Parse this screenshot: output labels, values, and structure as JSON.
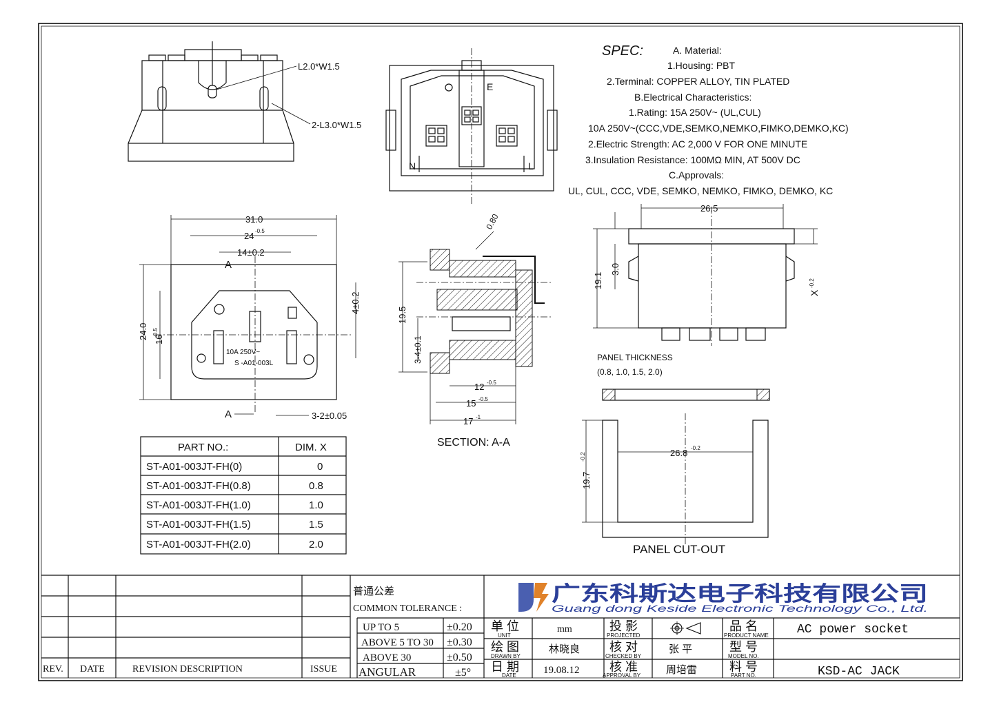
{
  "spec": {
    "title": "SPEC:",
    "lines": [
      "A. Material:",
      "1.Housing: PBT",
      "2.Terminal: COPPER ALLOY, TIN PLATED",
      "B.Electrical Characteristics:",
      "1.Rating:  15A 250V~ (UL,CUL)",
      "10A 250V~(CCC,VDE,SEMKO,NEMKO,FIMKO,DEMKO,KC)",
      "2.Electric Strength: AC 2,000 V FOR ONE MINUTE",
      "3.Insulation Resistance: 100MΩ MIN, AT 500V DC",
      "C.Approvals:",
      "UL, CUL, CCC, VDE, SEMKO, NEMKO, FIMKO, DEMKO, KC"
    ]
  },
  "labels": {
    "top_slot": "L2.0*W1.5",
    "side_slot": "2-L3.0*W1.5",
    "pin_e": "E",
    "pin_n": "N",
    "pin_l": "L",
    "front_w": "31.0",
    "front_w2": "24",
    "front_w2_tol": "-0.5",
    "front_w3": "14±0.2",
    "front_h": "24.0",
    "front_h2": "16",
    "front_h2_tol": "-0.5",
    "front_side": "4±0.2",
    "front_bottom": "3-2±0.05",
    "sect_a": "A",
    "body_text1": "10A 250V~",
    "body_text2": "S -A01-003L",
    "section_title": "SECTION: A-A",
    "sec_h": "19.5",
    "sec_h2": "3-4±0.1",
    "sec_d1": "12",
    "sec_d1_tol": "-0.5",
    "sec_d2": "15",
    "sec_d2_tol": "-0.5",
    "sec_d3": "17",
    "sec_d3_tol": "-1",
    "sec_thk": "0.80",
    "side_w": "26.5",
    "side_h": "19.1",
    "side_h2": "3.0",
    "side_x": "X",
    "side_x_tol": "-0.2",
    "panel_thick": "PANEL THICKNESS",
    "panel_thick_vals": "(0.8, 1.0, 1.5, 2.0)",
    "cut_w": "26.8",
    "cut_w_tol": "-0.2",
    "cut_h": "19.7",
    "cut_h_tol": "-0.2",
    "cut_title": "PANEL CUT-OUT"
  },
  "part_table": {
    "headers": [
      "PART NO.:",
      "DIM. X"
    ],
    "rows": [
      [
        "ST-A01-003JT-FH(0)",
        "0"
      ],
      [
        "ST-A01-003JT-FH(0.8)",
        "0.8"
      ],
      [
        "ST-A01-003JT-FH(1.0)",
        "1.0"
      ],
      [
        "ST-A01-003JT-FH(1.5)",
        "1.5"
      ],
      [
        "ST-A01-003JT-FH(2.0)",
        "2.0"
      ]
    ]
  },
  "title_block": {
    "rev_headers": [
      "REV.",
      "DATE",
      "REVISION  DESCRIPTION",
      "ISSUE"
    ],
    "tolerance_cn": "普通公差",
    "tolerance_en": "COMMON TOLERANCE :",
    "tolerance_rows": [
      [
        "UP TO 5",
        "±0.20"
      ],
      [
        "ABOVE 5 TO 30",
        "±0.30"
      ],
      [
        "ABOVE 30",
        "±0.50"
      ],
      [
        "ANGULAR",
        "±5°"
      ]
    ],
    "company_cn": "广东科斯达电子科技有限公司",
    "company_en": "Guang dong Keside  Electronic Technology Co., Ltd.",
    "unit_cn": "单 位",
    "unit_en": "UNIT",
    "unit_val": "mm",
    "proj_cn": "投 影",
    "proj_en": "PROJECTED",
    "prod_cn": "品 名",
    "prod_en": "PRODUCT NAME",
    "prod_val": "AC power socket",
    "drawn_cn": "绘 图",
    "drawn_en": "DRAWN BY",
    "drawn_val": "林晓良",
    "check_cn": "核 对",
    "check_en": "CHECKED BY",
    "check_val": "张 平",
    "model_cn": "型 号",
    "model_en": "MODEL NO.",
    "model_val": "",
    "date_cn": "日 期",
    "date_en": "DATE",
    "date_val": "19.08.12",
    "appr_cn": "核 准",
    "appr_en": "APPROVAL BY",
    "appr_val": "周培雷",
    "part_cn": "料 号",
    "part_en": "PART NO.",
    "part_val": "KSD-AC JACK"
  }
}
